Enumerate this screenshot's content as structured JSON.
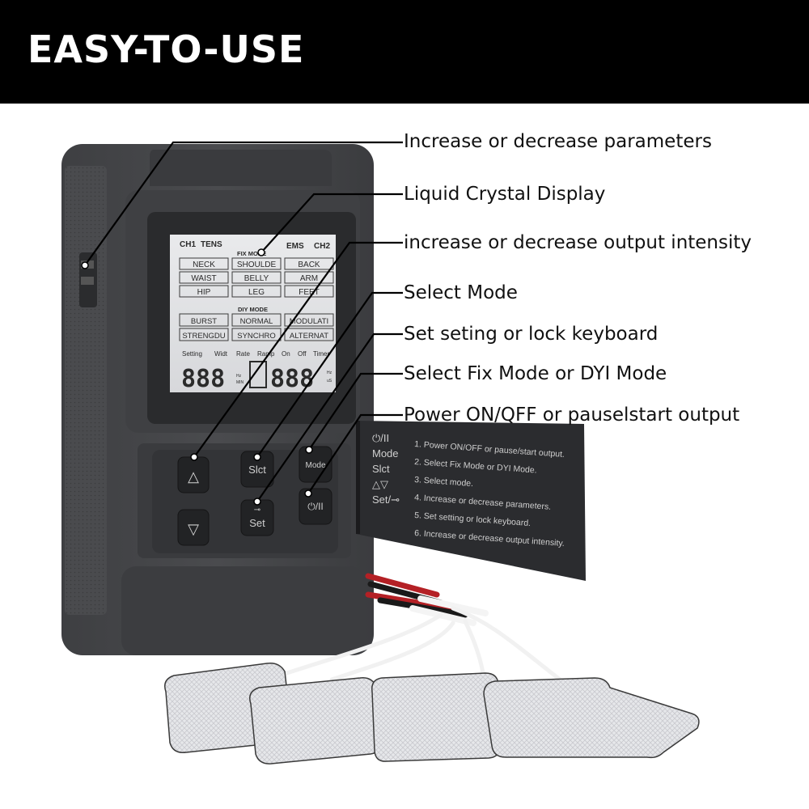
{
  "banner": {
    "title": "EASY-TO-USE"
  },
  "callouts": [
    "Increase or decrease parameters",
    "Liquid Crystal Display",
    "increase or decrease output intensity",
    "Select Mode",
    "Set seting or lock keyboard",
    "Select Fix Mode or DYI Mode",
    "Power ON/QFF or pauselstart output"
  ],
  "lcd": {
    "ch1": "CH1",
    "tens": "TENS",
    "ems": "EMS",
    "ch2": "CH2",
    "fix_mode": "FIX MODE",
    "fix_cells": [
      "NECK",
      "SHOULDE",
      "BACK",
      "WAIST",
      "BELLY",
      "ARM",
      "HIP",
      "LEG",
      "FEET"
    ],
    "diy_mode": "DIY MODE",
    "diy_cells": [
      "BURST",
      "NORMAL",
      "MODULATI",
      "STRENGDU",
      "SYNCHRO",
      "ALTERNAT"
    ],
    "bottom_labels": [
      "Setting",
      "Widt",
      "Rate",
      "Ramp",
      "On",
      "Off",
      "Timer"
    ],
    "digits_left": "888",
    "digits_right": "888",
    "units_left": [
      "Hz",
      "MIN"
    ],
    "units_right": [
      "Hz",
      "uS"
    ]
  },
  "buttons": {
    "up": "△",
    "down": "▽",
    "slct": "Slct",
    "set": "Set",
    "mode": "Mode",
    "power": "⏻/II"
  },
  "leaflet": {
    "icons": [
      "⏻/II",
      "Mode",
      "Slct",
      "△▽",
      "Set/⊸"
    ],
    "lines": [
      "1. Power ON/OFF or pause/start output.",
      "2. Select Fix Mode or DYI Mode.",
      "3. Select mode.",
      "4. Increase or decrease parameters.",
      "5. Set setting or lock keyboard.",
      "6. Increase or decrease output intensity."
    ]
  }
}
